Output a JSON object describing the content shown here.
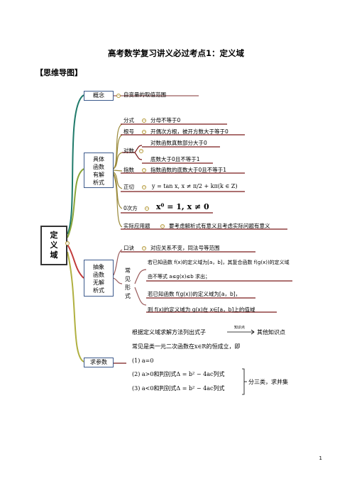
{
  "title": "高考数学复习讲义必过考点1：定义域",
  "section": "【思维导图】",
  "root": {
    "line1": "定",
    "line2": "义",
    "line3": "域"
  },
  "concept": {
    "label": "概念",
    "text": "自变量的取值范围"
  },
  "specific": {
    "label_lines": [
      "具体",
      "函数",
      "有解",
      "析式"
    ],
    "fraction": {
      "label": "分式",
      "text": "分母不等于0"
    },
    "radical": {
      "label": "根号",
      "text": "开偶次方根，被开方数大于等于0"
    },
    "log": {
      "label": "对数",
      "text1": "对数函数真数部分大于0",
      "text2": "底数大于0且不等于1"
    },
    "exponent": {
      "label": "指数",
      "text": "指数函数的底数大于0且不等于1"
    },
    "tangent": {
      "label": "正切",
      "text": "y = tan x, x ≠ π/2 + kπ(k ∈ Z)"
    },
    "zero_power": {
      "label": "0次方",
      "text": "x⁰ = 1, x ≠ 0"
    },
    "practical": {
      "label": "实际应用题",
      "text": "要考虑解析式有意义且考虑实际问题有意义"
    }
  },
  "abstract": {
    "label_lines": [
      "抽象",
      "函数",
      "无解",
      "析式"
    ],
    "rule": {
      "label": "口诀",
      "text": "对应关系不变，同法号等范围"
    },
    "common": {
      "label_lines": [
        "常",
        "见",
        "形",
        "式"
      ],
      "line1": "若已知函数 f(x)的定义域为[a，b]，其复合函数 f(g(x))的定义域",
      "line2": "由不等式 a≤g(x)≤b 求出；",
      "line3": "若已知函数 f(g(x))的定义域为[a，b]，",
      "line4": "则 f(x)的定义域为 g(x)在 x∈[a，b]上的值域"
    }
  },
  "param": {
    "label": "求参数",
    "line1a": "根据定义域求解方法列出式子",
    "arrow_label": "知识点",
    "line1b": "其他知识点",
    "line2": "常见是类一元二次函数在x∈R的恒成立，即",
    "case1": "(1) a=0",
    "case2": "(2) a>0和判别式Δ = b² − 4ac列式",
    "case3": "(3) a<0和判别式Δ = b² − 4ac列式",
    "conclusion": "分三类，求并集"
  },
  "page_number": "1",
  "colors": {
    "branch1": "#1f7a6a",
    "branch2": "#8aa53a",
    "branch3": "#c23b3b",
    "node_border": "#3c5a8c",
    "underline": "#7a1a1a"
  }
}
